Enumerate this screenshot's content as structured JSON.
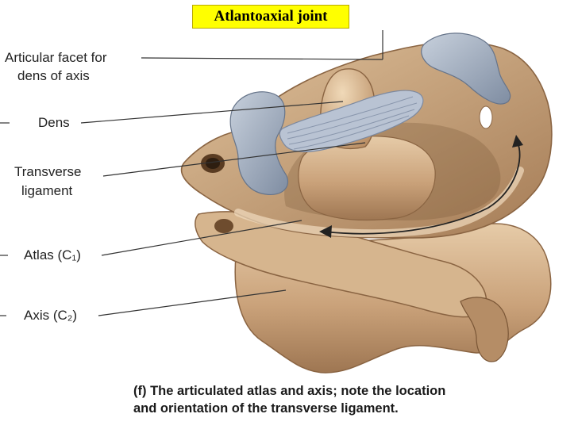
{
  "title": "Atlantoaxial joint",
  "labels": {
    "articular_facet_line1": "Articular facet for",
    "articular_facet_line2": "dens of axis",
    "dens": "Dens",
    "transverse_line1": "Transverse",
    "transverse_line2": "ligament",
    "atlas": "Atlas (C₁)",
    "axis": "Axis (C₂)"
  },
  "caption": {
    "line1": "(f) The articulated atlas and axis; note the location",
    "line2": "and orientation of the transverse ligament."
  },
  "colors": {
    "bone": "#c9a27a",
    "bone_light": "#e2c7a3",
    "bone_dark": "#9c7450",
    "cartilage": "#8f9cae",
    "ligament": "#b9c3d3",
    "leader": "#333333",
    "arrow": "#222222",
    "title_bg": "#ffff00"
  }
}
